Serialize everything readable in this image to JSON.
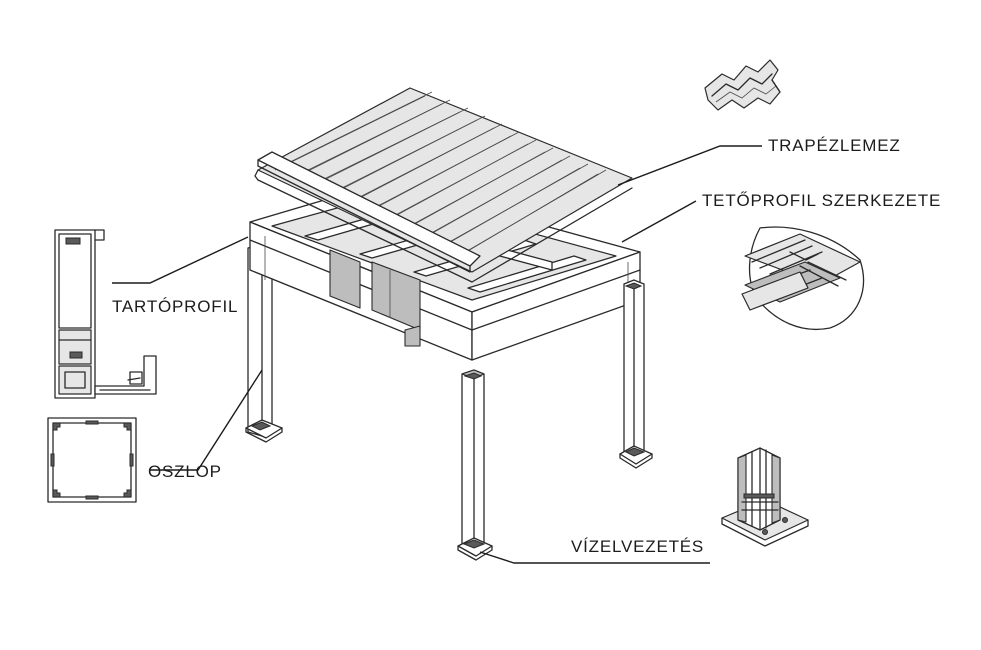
{
  "labels": {
    "trapezlemez": "TRAPÉZLEMEZ",
    "tetoprofil": "TETŐPROFIL SZERKEZETE",
    "tartoprofil": "TARTÓPROFIL",
    "oszlop": "OSZLOP",
    "vizelvezetes": "VÍZELVEZETÉS"
  },
  "colors": {
    "line": "#2a2a2a",
    "panel": "#e6e6e6",
    "shade": "#bdbdbd"
  }
}
